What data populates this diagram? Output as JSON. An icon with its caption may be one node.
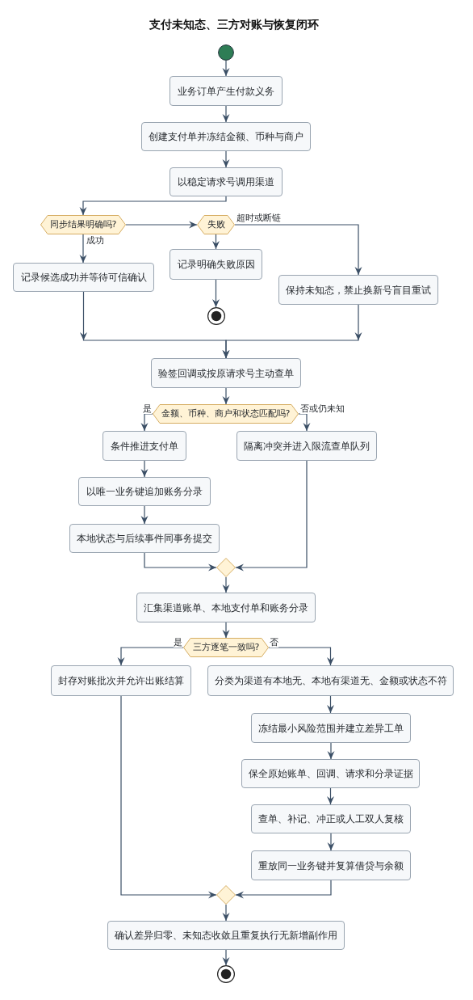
{
  "diagram": {
    "title": "支付未知态、三方对账与恢复闭环",
    "nodes": [
      {
        "text": [],
        "shape": "circle"
      },
      {
        "text": [
          "业务订单产生付款义务"
        ]
      },
      {
        "text": [
          "创建支付单并冻结金额、币种与商户"
        ]
      },
      {
        "text": [
          "以稳定请求号调用渠道"
        ]
      },
      {
        "text": [
          "同步结果明确吗?"
        ]
      },
      {
        "text": [
          "失败"
        ]
      },
      {
        "text": [
          "记录候选成功并等待可信确认"
        ]
      },
      {
        "text": [
          "记录明确失败原因"
        ]
      },
      {
        "text": [
          "保持未知态，禁止换新号盲目重试"
        ]
      },
      {
        "text": [],
        "shape": "circle"
      },
      {
        "text": [
          "验签回调或按原请求号主动查单"
        ]
      },
      {
        "text": [
          "金额、币种、商户和状态匹配吗?"
        ]
      },
      {
        "text": [
          "条件推进支付单"
        ]
      },
      {
        "text": [
          "隔离冲突并进入限流查单队列"
        ]
      },
      {
        "text": [
          "以唯一业务键追加账务分录"
        ]
      },
      {
        "text": [
          "本地状态与后续事件同事务提交"
        ]
      },
      {
        "text": [],
        "shape": "diamond"
      },
      {
        "text": [
          "汇集渠道账单、本地支付单和账务分录"
        ]
      },
      {
        "text": [
          "三方逐笔一致吗?"
        ]
      },
      {
        "text": [
          "封存对账批次并允许出账结算"
        ]
      },
      {
        "text": [
          "分类为渠道有本地无、本地有渠道无、金额或状态不符"
        ]
      },
      {
        "text": [
          "冻结最小风险范围并建立差异工单"
        ]
      },
      {
        "text": [
          "保全原始账单、回调、请求和分录证据"
        ]
      },
      {
        "text": [
          "查单、补记、冲正或人工双人复核"
        ]
      },
      {
        "text": [
          "重放同一业务键并复算借贷与余额"
        ]
      },
      {
        "text": [],
        "shape": "diamond"
      },
      {
        "text": [
          "确认差异归零、未知态收敛且重复执行无新增副作用"
        ]
      },
      {
        "text": [],
        "shape": "circle"
      }
    ],
    "edges": [
      {
        "from": 0,
        "to": 1,
        "arrow": "to"
      },
      {
        "from": 1,
        "to": 2,
        "arrow": "to"
      },
      {
        "from": 2,
        "to": 3,
        "arrow": "to"
      },
      {
        "from": 3,
        "to": 4,
        "arrow": "to"
      },
      {
        "from": 4,
        "to": 6,
        "arrow": "to",
        "label": "成功"
      },
      {
        "from": 4,
        "to": 5,
        "arrow": "to"
      },
      {
        "from": 5,
        "to": 7,
        "arrow": "to"
      },
      {
        "from": 5,
        "to": 8,
        "arrow": "to",
        "label": "超时或断链"
      },
      {
        "from": 7,
        "to": 9,
        "arrow": "to"
      },
      {
        "from": 6,
        "to": 10,
        "arrow": "to"
      },
      {
        "from": 8,
        "to": 10,
        "arrow": "to"
      },
      {
        "from": 10,
        "to": 11,
        "arrow": "to"
      },
      {
        "from": 11,
        "to": 12,
        "arrow": "to",
        "label": "是"
      },
      {
        "from": 11,
        "to": 13,
        "arrow": "to",
        "label": "否或仍未知"
      },
      {
        "from": 12,
        "to": 14,
        "arrow": "to"
      },
      {
        "from": 14,
        "to": 15,
        "arrow": "to"
      },
      {
        "from": 15,
        "to": 16,
        "arrow": "to"
      },
      {
        "from": 13,
        "to": 16,
        "arrow": "to"
      },
      {
        "from": 16,
        "to": 17,
        "arrow": "to"
      },
      {
        "from": 17,
        "to": 18,
        "arrow": "to"
      },
      {
        "from": 18,
        "to": 19,
        "arrow": "to",
        "label": "是"
      },
      {
        "from": 18,
        "to": 20,
        "arrow": "to",
        "label": "否"
      },
      {
        "from": 20,
        "to": 21,
        "arrow": "to"
      },
      {
        "from": 21,
        "to": 22,
        "arrow": "to"
      },
      {
        "from": 22,
        "to": 23,
        "arrow": "to"
      },
      {
        "from": 23,
        "to": 24,
        "arrow": "to"
      },
      {
        "from": 19,
        "to": 25,
        "arrow": "to"
      },
      {
        "from": 24,
        "to": 25,
        "arrow": "to"
      },
      {
        "from": 25,
        "to": 26,
        "arrow": "to"
      },
      {
        "from": 26,
        "to": 27,
        "arrow": "to"
      }
    ]
  }
}
